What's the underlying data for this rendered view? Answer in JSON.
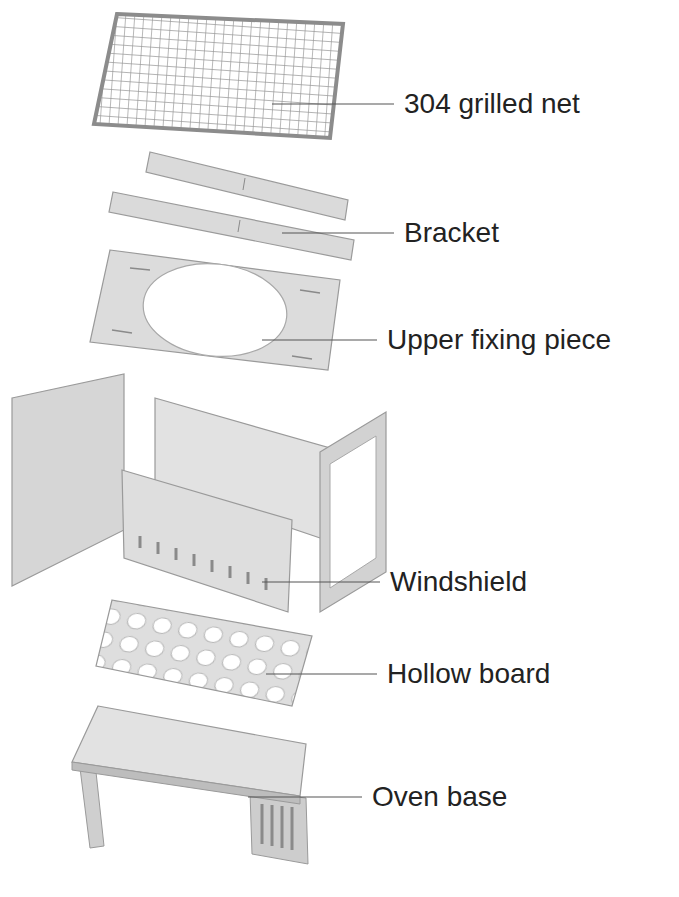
{
  "diagram": {
    "labels": [
      "304 grilled net",
      "Bracket",
      "Upper fixing piece",
      "Windshield",
      "Hollow board",
      "Oven base"
    ]
  }
}
